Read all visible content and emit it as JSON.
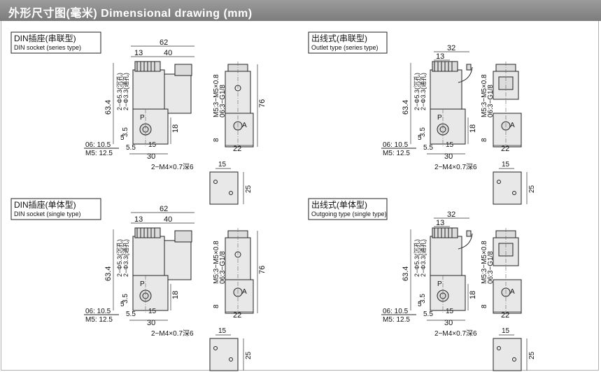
{
  "header": {
    "title": "外形尺寸图(毫米) Dimensional drawing (mm)"
  },
  "panels": [
    {
      "label_cn": "DIN插座(串联型)",
      "label_en": "DIN socket (series type)",
      "dims": {
        "d62": "62",
        "d13": "13",
        "d40": "40",
        "d634": "63.4",
        "d76": "76",
        "d18": "18",
        "d15": "15",
        "d5": "5",
        "d35": "3.5",
        "d55": "5.5",
        "d30": "30",
        "d22": "22",
        "d8": "8",
        "hole1": "2−Φ5.3(沉孔)",
        "hole2": "2−Φ3.3(通孔)",
        "port_m": "M5:3−M5×0.8",
        "port_g": "06:3−G1/8",
        "port_note1": "06: 10.5",
        "port_note2": "M5: 12.5",
        "P": "P",
        "A": "A",
        "base_screw": "2−M4×0.7深6",
        "b15": "15",
        "b25": "25"
      }
    },
    {
      "label_cn": "出线式(串联型)",
      "label_en": "Outlet type (series type)",
      "dims": {
        "d32": "32",
        "d13": "13",
        "d634": "63.4",
        "d18": "18",
        "d15": "15",
        "d5": "5",
        "d35": "3.5",
        "d55": "5.5",
        "d30": "30",
        "d22": "22",
        "d8": "8",
        "hole1": "2−Φ5.3(沉孔)",
        "hole2": "2−Φ3.3(通孔)",
        "port_m": "M5:3−M5×0.8",
        "port_g": "06:3−G1/8",
        "port_note1": "06: 10.5",
        "port_note2": "M5: 12.5",
        "P": "P",
        "A": "A",
        "base_screw": "2−M4×0.7深6",
        "b15": "15",
        "b25": "25"
      }
    },
    {
      "label_cn": "DIN插座(单体型)",
      "label_en": "DIN socket (single type)",
      "dims": {
        "d62": "62",
        "d13": "13",
        "d40": "40",
        "d634": "63.4",
        "d76": "76",
        "d18": "18",
        "d15": "15",
        "d5": "5",
        "d35": "3.5",
        "d55": "5.5",
        "d30": "30",
        "d22": "22",
        "d8": "8",
        "hole1": "2−Φ5.3(沉孔)",
        "hole2": "2−Φ3.3(通孔)",
        "port_m": "M5:3−M5×0.8",
        "port_g": "06:3−G1/8",
        "port_note1": "06: 10.5",
        "port_note2": "M5: 12.5",
        "P": "P",
        "A": "A",
        "base_screw": "2−M4×0.7深6",
        "b15": "15",
        "b25": "25"
      }
    },
    {
      "label_cn": "出线式(单体型)",
      "label_en": "Outgoing type (single type)",
      "dims": {
        "d32": "32",
        "d13": "13",
        "d634": "63.4",
        "d18": "18",
        "d15": "15",
        "d5": "5",
        "d35": "3.5",
        "d55": "5.5",
        "d30": "30",
        "d22": "22",
        "d8": "8",
        "hole1": "2−Φ5.3(沉孔)",
        "hole2": "2−Φ3.3(通孔)",
        "port_m": "M5:3−M5×0.8",
        "port_g": "06:3−G1/8",
        "port_note1": "06: 10.5",
        "port_note2": "M5: 12.5",
        "P": "P",
        "A": "A",
        "base_screw": "2−M4×0.7深6",
        "b15": "15",
        "b25": "25"
      }
    }
  ]
}
